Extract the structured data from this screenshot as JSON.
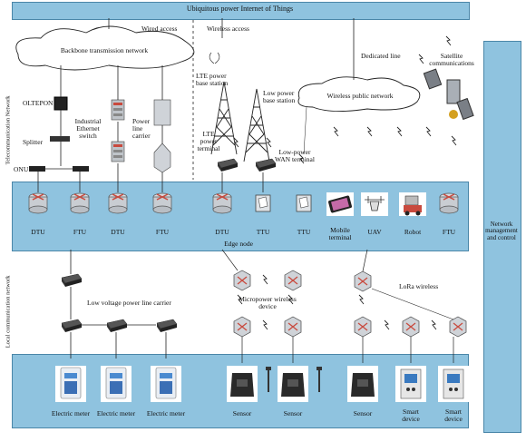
{
  "title": "Ubiquitous power Internet of Things",
  "side_labels": {
    "telecom": "Telecommunication Network",
    "local": "Local communication network"
  },
  "management": "Network management and control",
  "telecom": {
    "backbone": "Backbone transmission network",
    "wired": "Wired access",
    "wireless": "Wireless access",
    "dedicated": "Dedicated line",
    "satellite": "Satellite communications",
    "wireless_public": "Wireless public network",
    "olt": "OLTEPON",
    "industrial": "Industrial Ethernet switch",
    "splitter": "Splitter",
    "onu": "ONU",
    "plc": "Power line carrier",
    "lte_station": "LTE power base station",
    "low_station": "Low power base station",
    "lte_terminal": "LTE power terminal",
    "wan_terminal": "Low-power WAN terminal"
  },
  "edge": {
    "title": "Edge node",
    "items": [
      "DTU",
      "FTU",
      "DTU",
      "FTU",
      "DTU",
      "TTU",
      "TTU",
      "Mobile terminal",
      "UAV",
      "Robot",
      "FTU"
    ]
  },
  "local": {
    "lv_plc": "Low voltage power line carrier",
    "micropower": "Micropower wireless device",
    "lora": "LoRa wireless"
  },
  "devices": {
    "items": [
      "Electric meter",
      "Electric meter",
      "Electric meter",
      "Sensor",
      "Sensor",
      "Sensor",
      "Smart device",
      "Smart device"
    ]
  },
  "colors": {
    "box_fill": "#8fc3df",
    "box_border": "#4a86a8",
    "router": "#c84a3e",
    "device_dark": "#222222"
  }
}
